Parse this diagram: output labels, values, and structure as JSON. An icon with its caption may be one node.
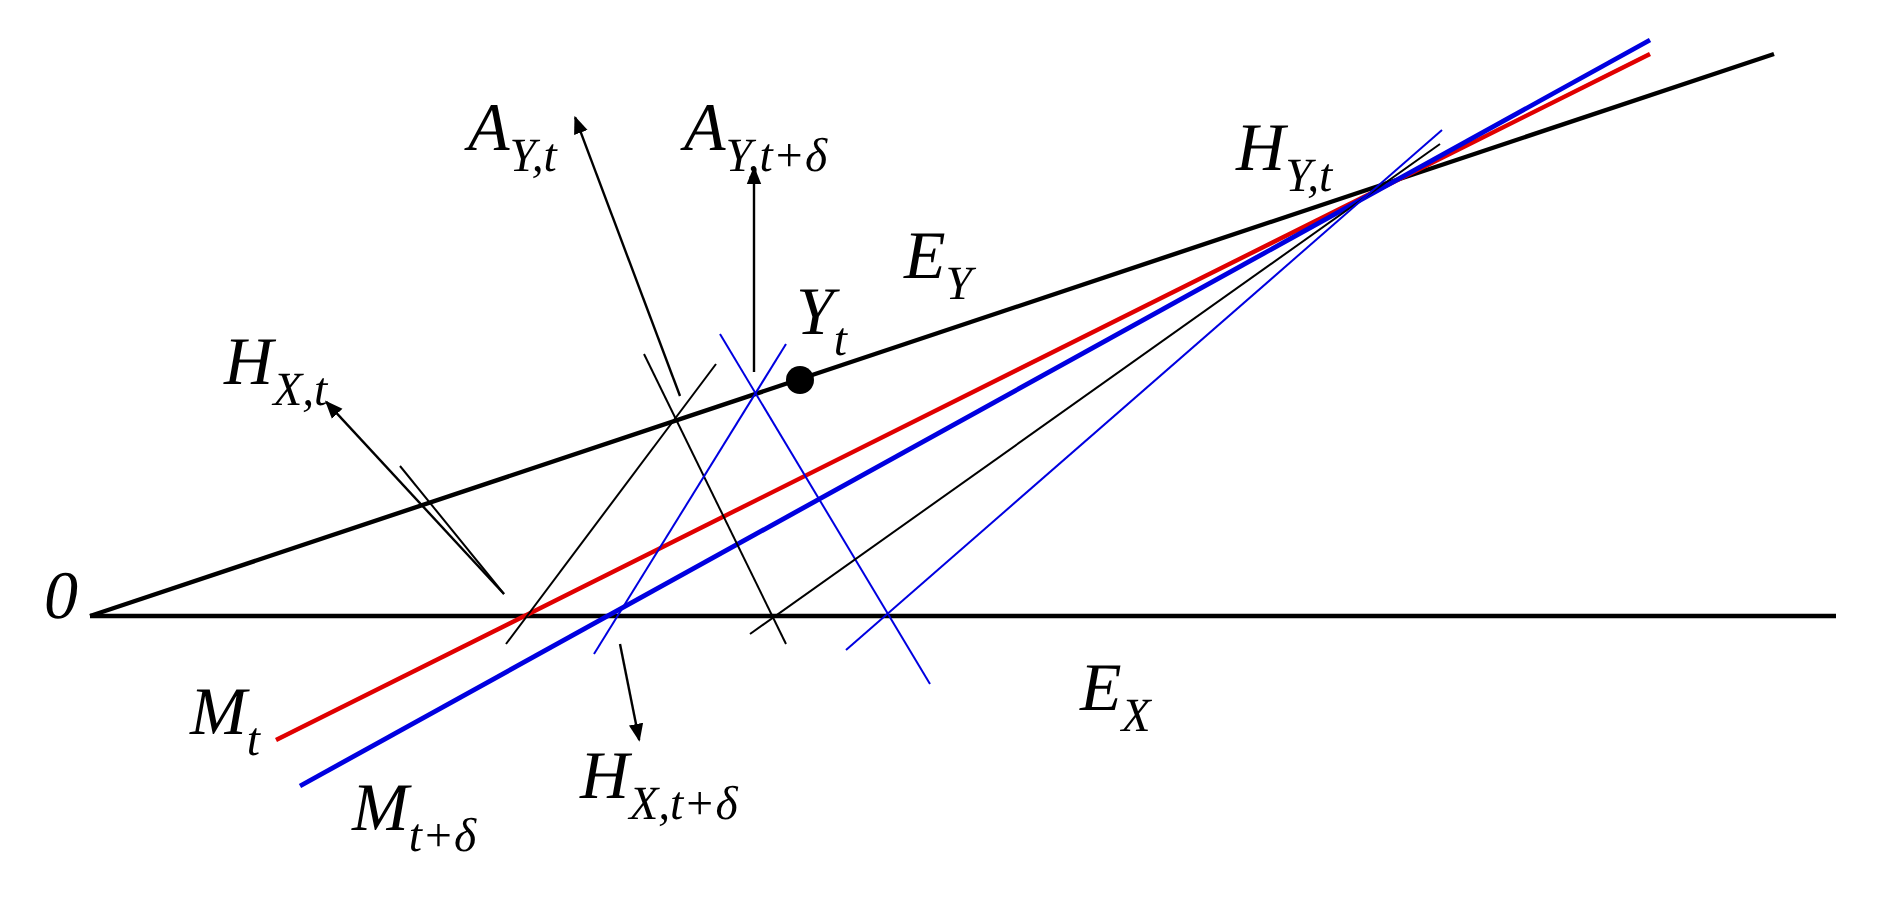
{
  "diagram": {
    "nodes": [
      {
        "text": [
          "H$_{X,t}$"
        ]
      },
      {
        "text": [
          "A$_{Y,t}$"
        ]
      },
      {
        "text": [
          "A$_{Y,t+δ}$"
        ]
      },
      {
        "text": [
          "H$_{X,t+δ}$"
        ]
      }
    ],
    "edges": [
      {
        "from": null,
        "to": 0,
        "arrow": "to"
      },
      {
        "from": null,
        "to": 1,
        "arrow": "to"
      },
      {
        "from": null,
        "to": 2,
        "arrow": "to"
      },
      {
        "from": null,
        "to": 3,
        "arrow": "to"
      }
    ],
    "labels": [
      "H$_{Y,t}$",
      "E$_{Y}$",
      "Y$_{t}$",
      "0",
      "E$_{X}$",
      "M$_{t}$",
      "M$_{t+δ}$"
    ]
  }
}
